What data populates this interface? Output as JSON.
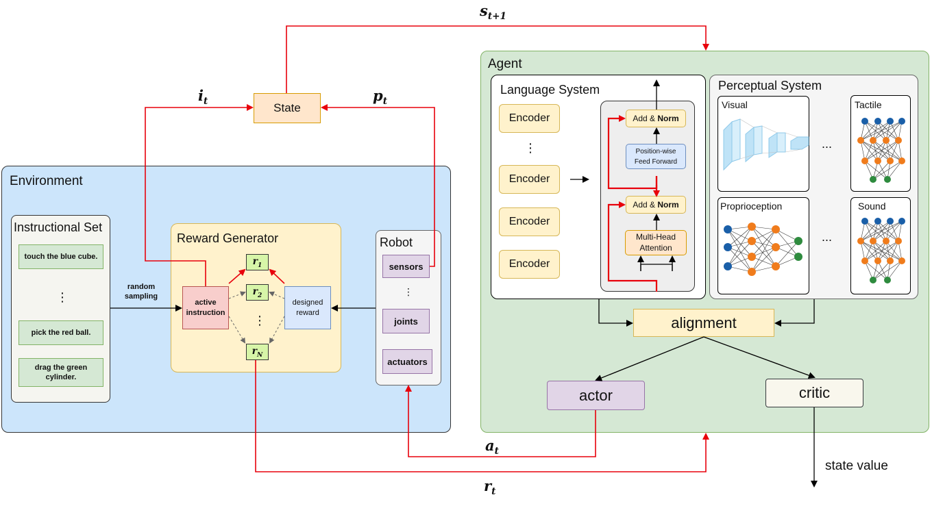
{
  "labels": {
    "s_next": {
      "base": "s",
      "sub": "t+1"
    },
    "i_t": {
      "base": "i",
      "sub": "t"
    },
    "p_t": {
      "base": "p",
      "sub": "t"
    },
    "a_t": {
      "base": "a",
      "sub": "t"
    },
    "r_t": {
      "base": "r",
      "sub": "t"
    }
  },
  "state": "State",
  "environment": {
    "title": "Environment",
    "instructional_set": {
      "title": "Instructional Set",
      "items": [
        "touch the blue cube.",
        "pick the red ball.",
        "drag the green cylinder."
      ],
      "ellipsis": "⋮"
    },
    "random_sampling": "random\nsampling",
    "reward_generator": {
      "title": "Reward Generator",
      "active_instruction": "active\ninstruction",
      "designed_reward": "designed\nreward",
      "rewards": [
        {
          "base": "r",
          "sub": "1"
        },
        {
          "base": "r",
          "sub": "2"
        },
        {
          "base": "r",
          "sub": "N"
        }
      ],
      "ellipsis": "⋮"
    },
    "robot": {
      "title": "Robot",
      "sensors": "sensors",
      "joints": "joints",
      "actuators": "actuators",
      "ellipsis": "⋮"
    }
  },
  "agent": {
    "title": "Agent",
    "language_system": {
      "title": "Language System",
      "encoders": [
        "Encoder",
        "Encoder",
        "Encoder",
        "Encoder"
      ],
      "ellipsis": "⋮",
      "add_norm_prefix": "Add & ",
      "add_norm_bold": "Norm",
      "feed_forward": "Position-wise\nFeed Forward",
      "attention": "Multi-Head\nAttention"
    },
    "perceptual_system": {
      "title": "Perceptual System",
      "visual": "Visual",
      "tactile": "Tactile",
      "proprioception": "Proprioception",
      "sound": "Sound",
      "ellipsis": "..."
    },
    "alignment": "alignment",
    "actor": "actor",
    "critic": "critic",
    "state_value": "state value"
  },
  "colors": {
    "red_arrow": "#e8000b",
    "environment_bg": "#cce5fb",
    "agent_bg": "#d5e8d4",
    "yellow_fill": "#fff2cc",
    "orange_fill": "#ffe6cc",
    "green_item": "#d5e8d4",
    "purple": "#e1d5e7",
    "pink": "#f8cecc",
    "blue_box": "#dae8fc",
    "reward_green": "#d7f5a8",
    "node_blue": "#1a5fa8",
    "node_orange": "#f07c1c",
    "node_green": "#2e8b3e",
    "cnn_blue": "#bfe3f7"
  }
}
